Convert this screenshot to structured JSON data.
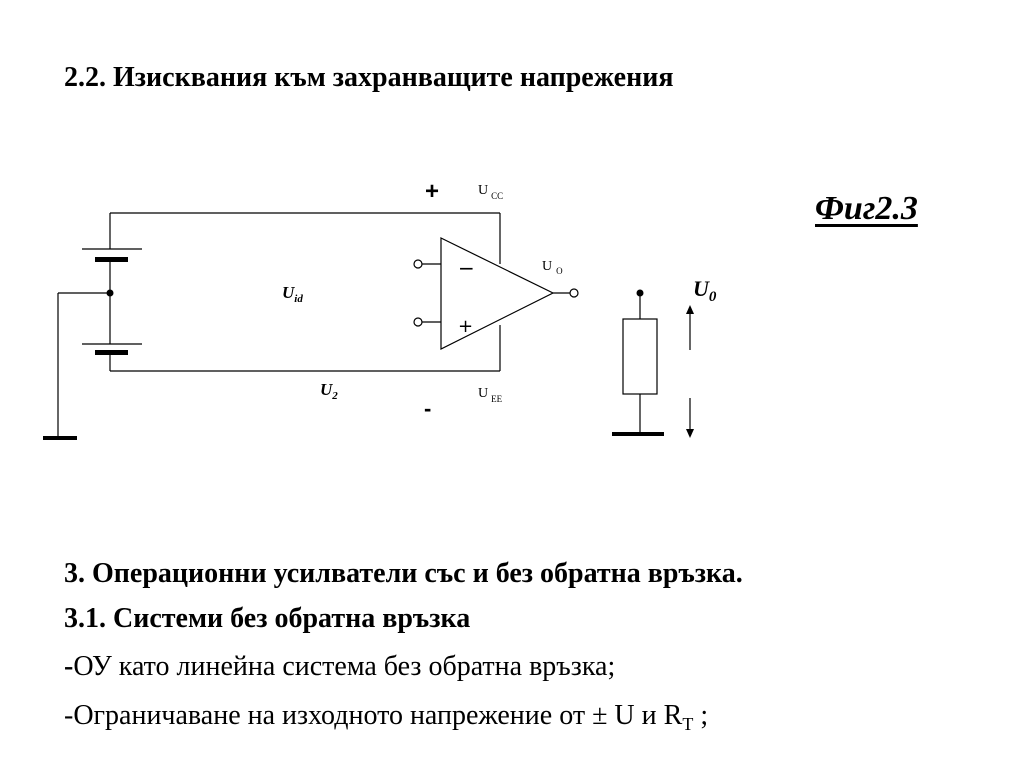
{
  "heading": "2.2. Изисквания към захранващите напрежения",
  "figure": {
    "caption": "Фиг2.3",
    "labels": {
      "plus_sign": "+",
      "minus_sign": "-",
      "ucc_main": "U",
      "ucc_sub": "CC",
      "uee_main": "U",
      "uee_sub": "EE",
      "uo_main": "U",
      "uo_sub": "O",
      "uid_main": "U",
      "uid_sub": "id",
      "u2_main": "U",
      "u2_sub": "2",
      "u0_main": "U",
      "u0_sub": "0",
      "opamp_inv": "−",
      "opamp_noninv": "+"
    }
  },
  "body": {
    "line1": "3. Операционни усилватели със и без обратна връзка.",
    "line2": "3.1. Системи без обратна връзка",
    "line3_prefix": "-",
    "line3_text": "ОУ като линейна система без обратна връзка;",
    "line4_text": "-Ограничаване на изходното напрежение от ± U и R",
    "line4_sub": "T",
    "line4_end": " ;"
  }
}
